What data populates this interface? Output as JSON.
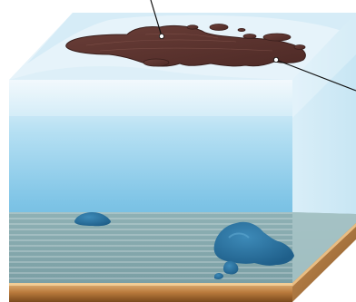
{
  "diagram": {
    "elements": [
      {
        "name": "water-surface-top"
      },
      {
        "name": "water-front-face"
      },
      {
        "name": "water-side-face"
      },
      {
        "name": "seafloor-sediment"
      },
      {
        "name": "oil-slick-large"
      },
      {
        "name": "oil-droplets"
      },
      {
        "name": "submerged-blob-small"
      },
      {
        "name": "submerged-blob-large"
      },
      {
        "name": "leader-line-upper"
      },
      {
        "name": "leader-line-right"
      }
    ]
  }
}
